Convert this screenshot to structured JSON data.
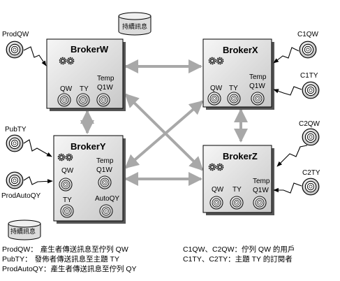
{
  "brokers": {
    "w": {
      "name": "BrokerW",
      "queues": [
        "QW",
        "TY"
      ],
      "temp": [
        "Temp",
        "Q1W"
      ]
    },
    "x": {
      "name": "BrokerX",
      "queues": [
        "QW",
        "TY"
      ],
      "temp": [
        "Temp",
        "Q1W"
      ]
    },
    "y": {
      "name": "BrokerY",
      "queues": [
        "QW",
        "TY",
        "AutoQY"
      ],
      "temp": [
        "Temp",
        "Q1W"
      ]
    },
    "z": {
      "name": "BrokerZ",
      "queues": [
        "QW",
        "TY"
      ],
      "temp": [
        "Temp",
        "Q1W"
      ]
    }
  },
  "storage_label": "持續訊息",
  "clients": {
    "prodqw": "ProdQW",
    "pubty": "PubTY",
    "prodautoqy": "ProdAutoQY",
    "c1qw": "C1QW",
    "c1ty": "C1TY",
    "c2qw": "C2QW",
    "c2ty": "C2TY"
  },
  "legend": {
    "left": [
      {
        "term": "ProdQW：",
        "desc": "產生者傳送訊息至佇列  QW"
      },
      {
        "term": "PubTY：",
        "desc": "發佈者傳送訊息至主題  TY"
      },
      {
        "term": "ProdAutoQY：",
        "desc": "產生者傳送訊息至佇列  QY"
      }
    ],
    "right": [
      "C1QW、C2QW：佇列  QW 的用戶",
      "C1TY、C2TY：主題  TY 的訂閱者"
    ]
  }
}
